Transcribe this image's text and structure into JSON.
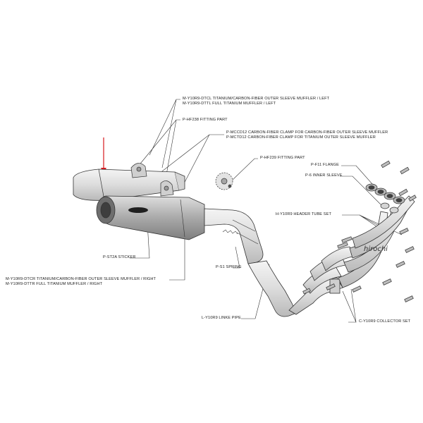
{
  "labels": {
    "muffler_left_1": "M-Y10R9-DTCL  TITANIUM/CARBON-FIBER  OUTER SLEEVE MUFFLER / LEFT",
    "muffler_left_2": "M-Y10R9-DTTL  FULL TITANIUM MUFFLER / LEFT",
    "fitting_hf238": "P-HF238  FITTING PART",
    "clamp_1": "P-MCCD12  CARBON-FIBER CLAMP FOR CARBON-FIBER OUTER SLEEVE MUFFLER",
    "clamp_2": "P-MCTD12  CARBON-FIBER CLAMP  FOR TITANIUM  OUTER SLEEVE MUFFLER",
    "fitting_hf239": "P-HF239  FITTING PART",
    "flange": "P-F11  FLANGE",
    "inner_sleeve": "P-6  INNER SLEEVE",
    "header_tube": "H-Y10R9  HEADER TUBE SET",
    "sticker": "P-ST2A  STICKER",
    "spring": "P-S1  SPRING",
    "muffler_right_1": "M-Y10R9-DTCR  TITANIUM/CARBON-FIBER  OUTER SLEEVE MUFFLER / RIGHT",
    "muffler_right_2": "M-Y10R9-DTTR  FULL TITANIUM MUFFLER / RIGHT",
    "link_pipe": "L-Y10R9  LINKE PIPE",
    "collector": "C-Y10R9  COLLECTOR SET"
  },
  "watermark": "hirochi",
  "colors": {
    "line": "#333333",
    "fill": "#e2e2e2",
    "dark": "#8a8a8a",
    "arrow": "#d7191f"
  }
}
